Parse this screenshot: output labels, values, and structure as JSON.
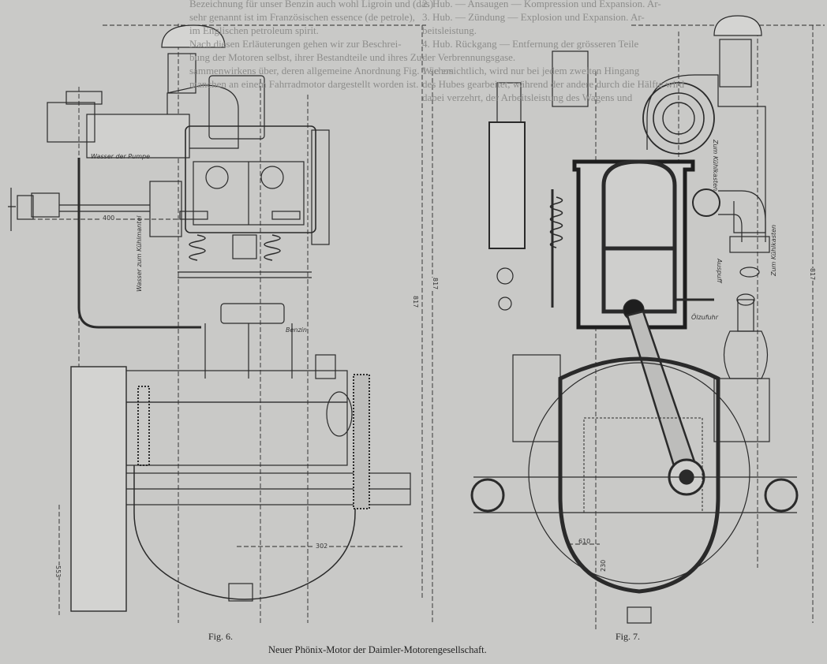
{
  "bleed_through_text": {
    "left_column": [
      "Bezeichnung für unser Benzin auch wohl Ligroin und (das)",
      "sehr genannt ist im Französischen essence (de petrole),",
      "im Englischen petroleum spirit.",
      "Nach diesen Erläuterungen gehen wir zur Beschrei-",
      "bung der Motoren selbst, ihrer Bestandteile und ihres Zu-",
      "sammenwirkens über, deren allgemeine Anordnung Fig. 1 schon",
      "manchen an einem Fahrradmotor dargestellt worden ist."
    ],
    "right_column": [
      "2. Hub. — Ansaugen — Kompression und Expansion. Ar-",
      "3. Hub. — Zündung — Explosion und Expansion. Ar-",
      "beitsleistung.",
      "4. Hub. Rückgang — Entfernung der grösseren Teile",
      "der Verbrennungsgase.",
      "Wie ersichtlich, wird nur bei jedem zweiten Hingang",
      "des Hubes gearbeitet, während der andere durch die Hälfte wird",
      "dabei verzehrt, der Arbeitsleistung des Wagens und"
    ]
  },
  "figure6": {
    "label": "Fig. 6.",
    "annotations": {
      "pump_water": "Wasser der Pumpe",
      "coolant_water": "Wasser zum Kühlmantel",
      "fuel": "Benzin",
      "dim_width": "400",
      "dim_height": "817",
      "dim_flywheel": "553",
      "dim_offset": "302"
    }
  },
  "figure7": {
    "label": "Fig. 7.",
    "annotations": {
      "to_cooler_top": "Zum Kühlkasten",
      "exhaust": "Auspuff",
      "to_cooler_bottom": "Zum Kühlkasten",
      "oil_feed": "Ölzufuhr",
      "dim_height_left": "817",
      "dim_height_right": "817",
      "dim_crank": "610",
      "dim_base": "230"
    }
  },
  "caption": "Neuer Phönix-Motor der Daimler-Motorengesellschaft."
}
